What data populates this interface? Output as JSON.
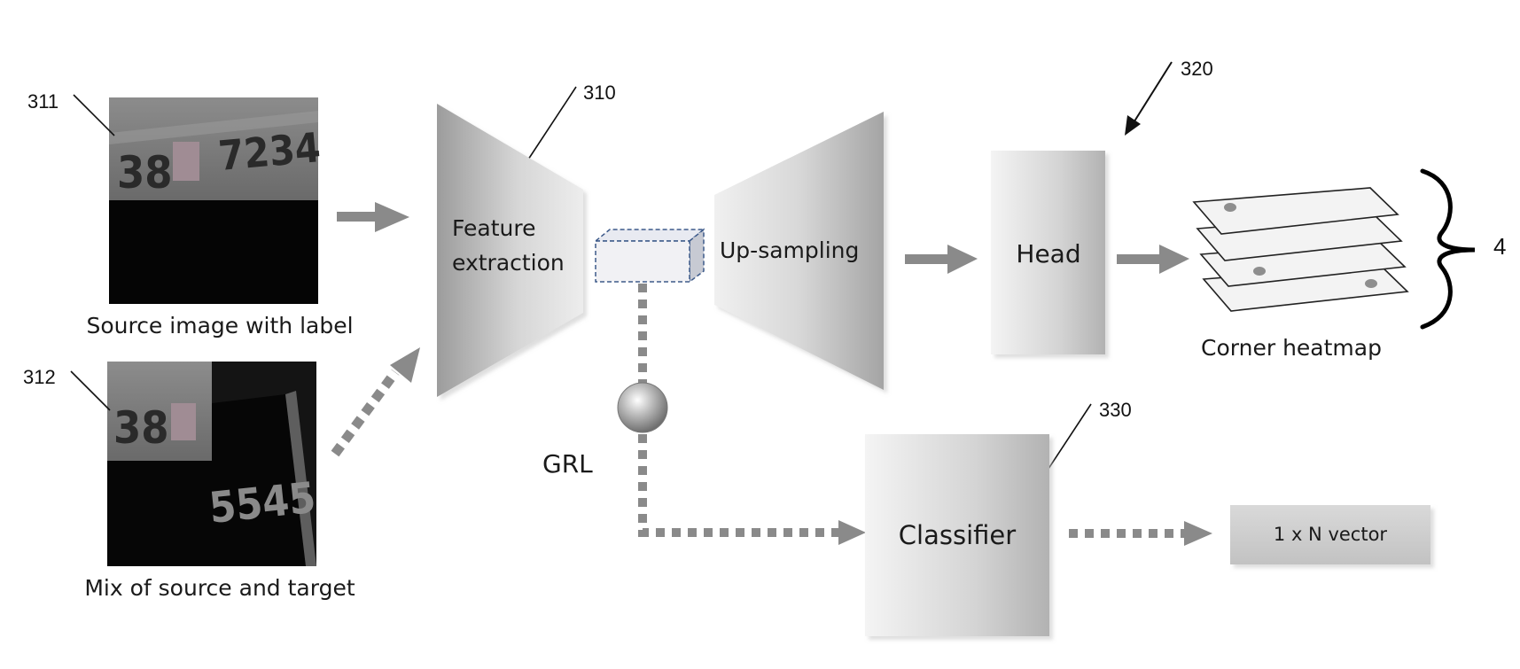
{
  "refs": {
    "ref_311": "311",
    "ref_312": "312",
    "ref_310": "310",
    "ref_320": "320",
    "ref_330": "330",
    "ref_4": "4"
  },
  "inputs": {
    "source": {
      "caption": "Source image with label",
      "plate_left": "38",
      "plate_right": "7234"
    },
    "mix": {
      "caption": "Mix of source and target",
      "plate_left": "38",
      "target_text": "5545"
    }
  },
  "blocks": {
    "feature_extraction_line1": "Feature",
    "feature_extraction_line2": "extraction",
    "upsampling": "Up-sampling",
    "head": "Head",
    "classifier": "Classifier",
    "vector": "1 x N vector",
    "grl": "GRL",
    "heatmap_caption": "Corner heatmap"
  },
  "colors": {
    "arrow": "#8a8a8a",
    "block_light": "#efefef",
    "block_dark": "#a9a9a9",
    "feature_box_border": "#3d5a8a"
  }
}
